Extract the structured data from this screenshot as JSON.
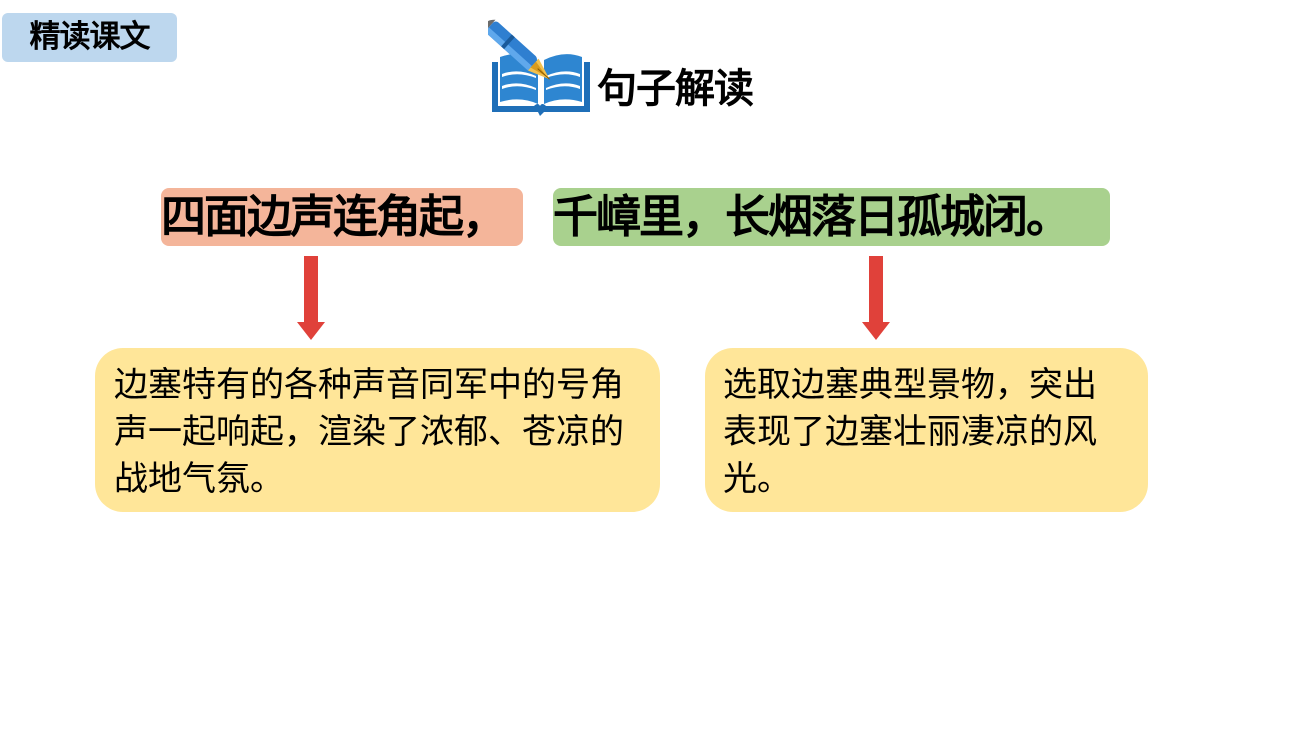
{
  "section_tag": {
    "label": "精读课文",
    "color": "#bdd7ee"
  },
  "header": {
    "title": "句子解读",
    "icon": "book-pen-icon"
  },
  "verses": [
    {
      "text": "四面边声连角起，",
      "highlight_color": "#f4b59a"
    },
    {
      "text": "千嶂里，长烟落日孤城闭。",
      "highlight_color": "#a9d18e"
    }
  ],
  "arrow_color": "#e0413a",
  "notes": [
    {
      "text": "边塞特有的各种声音同军中的号角声一起响起，渲染了浓郁、苍凉的战地气氛。",
      "color": "#ffe699"
    },
    {
      "text": "选取边塞典型景物，突出表现了边塞壮丽凄凉的风光。",
      "color": "#ffe699"
    }
  ]
}
